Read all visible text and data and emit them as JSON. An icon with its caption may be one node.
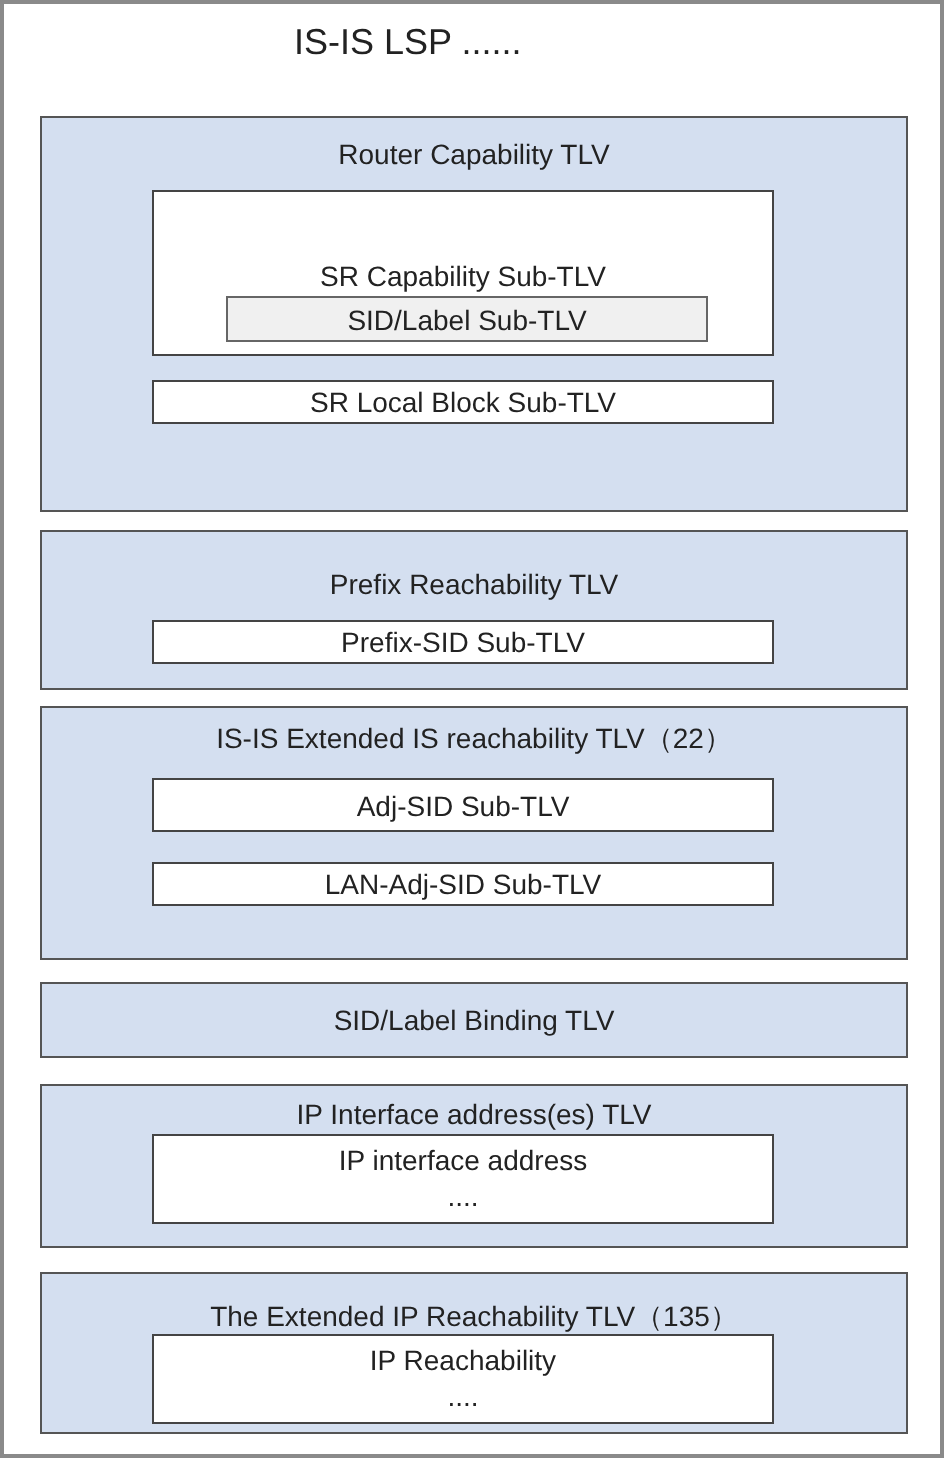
{
  "diagram": {
    "nodes": [
      {
        "text": [
          "IS-IS LSP ......"
        ]
      },
      {
        "text": [
          "Router Capability TLV"
        ],
        "in": 0
      },
      {
        "text": [
          "SR Capability Sub-TLV"
        ],
        "in": 1
      },
      {
        "text": [
          "SID/Label Sub-TLV"
        ],
        "in": 2
      },
      {
        "text": [
          "SR Local Block Sub-TLV"
        ],
        "in": 1
      },
      {
        "text": [
          "Prefix Reachability TLV"
        ],
        "in": 0
      },
      {
        "text": [
          "Prefix-SID Sub-TLV"
        ],
        "in": 5
      },
      {
        "text": [
          "IS-IS Extended IS reachability TLV（22）"
        ],
        "in": 0
      },
      {
        "text": [
          "Adj-SID Sub-TLV"
        ],
        "in": 7
      },
      {
        "text": [
          "LAN-Adj-SID Sub-TLV"
        ],
        "in": 7
      },
      {
        "text": [
          "SID/Label Binding TLV"
        ],
        "in": 0
      },
      {
        "text": [
          "IP Interface address(es) TLV"
        ],
        "in": 0
      },
      {
        "text": [
          "IP interface address",
          "...."
        ],
        "in": 11
      },
      {
        "text": [
          "The Extended IP Reachability TLV（135）"
        ],
        "in": 0
      },
      {
        "text": [
          "IP Reachability",
          "...."
        ],
        "in": 13
      }
    ]
  }
}
